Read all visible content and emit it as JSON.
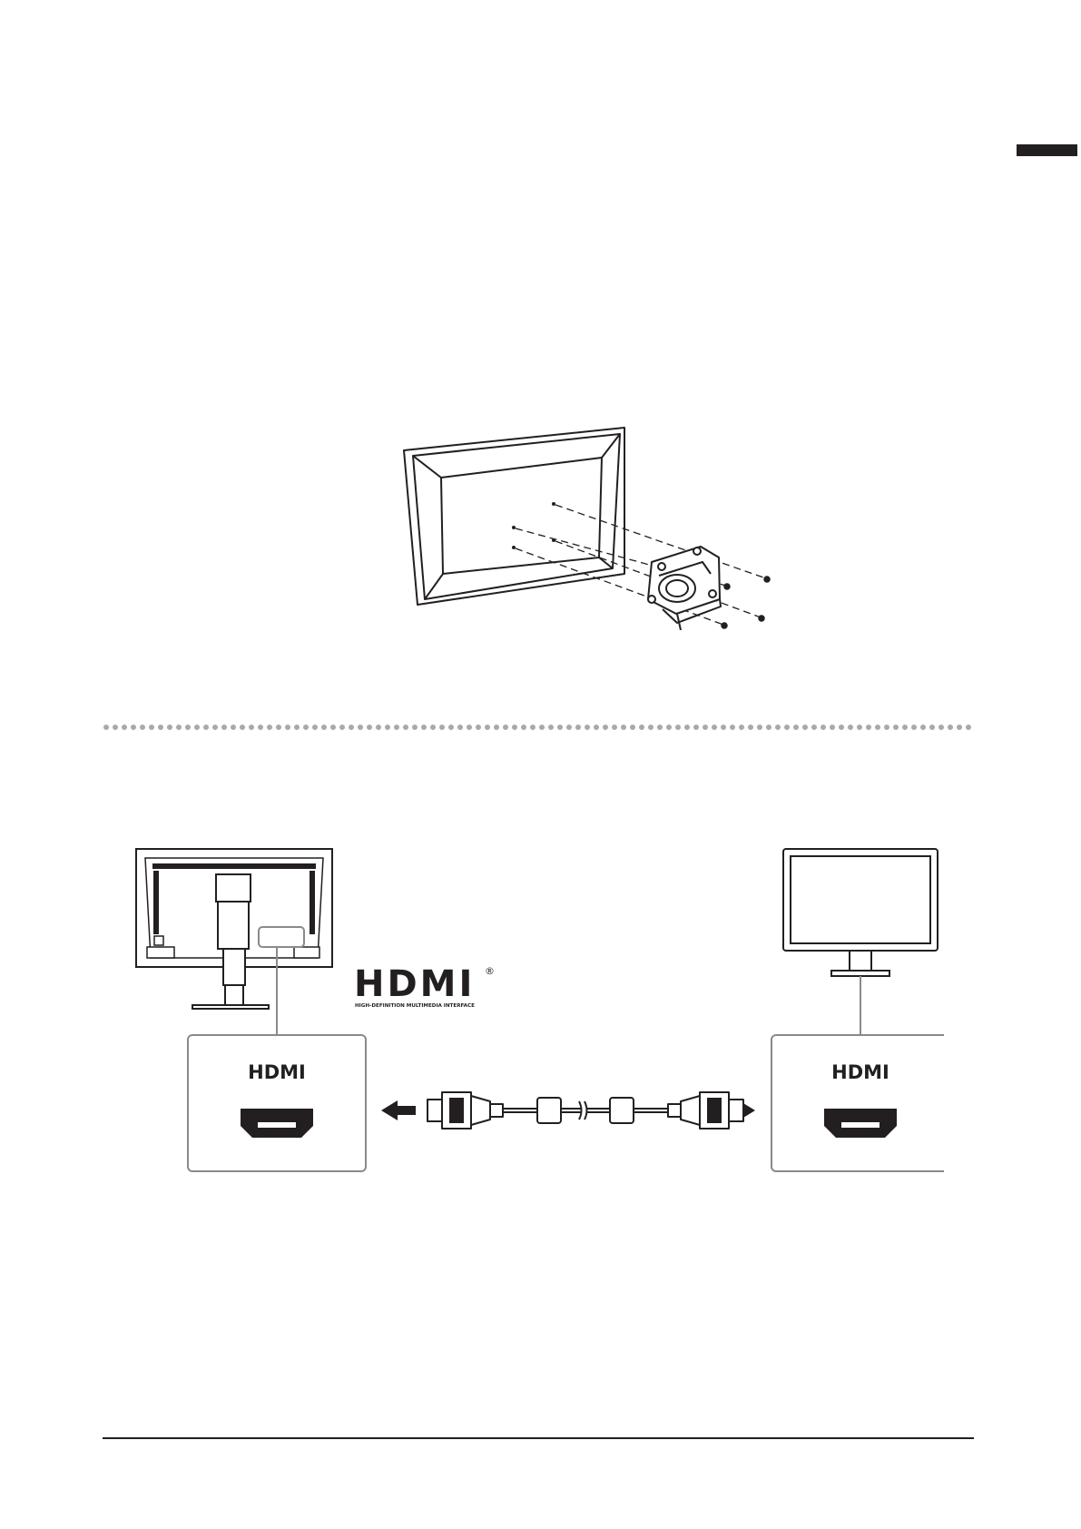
{
  "page": {
    "edge_tab_color": "#231f20",
    "line_color": "#231f20",
    "panel_border_color": "#8a8a8a"
  },
  "mount_figure": {
    "icons": [
      "monitor-back-icon",
      "arm-mount-bracket-icon",
      "screw-icon"
    ]
  },
  "connection_figure": {
    "hdmi_logo": {
      "wordmark": "HDMI",
      "registered": "®",
      "tagline": "HIGH-DEFINITION MULTIMEDIA INTERFACE"
    },
    "left_panel": {
      "label": "HDMI",
      "icon": "hdmi-port-icon"
    },
    "right_panel": {
      "label": "HDMI",
      "icon": "hdmi-port-icon"
    },
    "cable_icon": "hdmi-cable-icon",
    "arrow_icons": [
      "arrow-left-icon",
      "arrow-right-icon"
    ]
  }
}
